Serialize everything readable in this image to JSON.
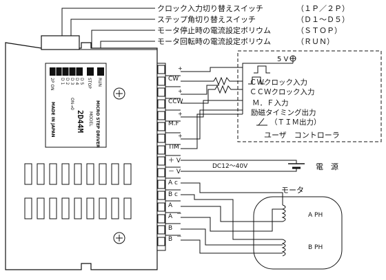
{
  "callouts": {
    "clock_switch": "クロック入力切り替えスイッチ",
    "clock_switch_note": "（１Ｐ／２Ｐ）",
    "step_switch": "ステップ角切り替えスイッチ",
    "step_switch_note": "（Ｄ１～Ｄ５）",
    "stop_pot": "モータ停止時の電流設定ボリウム",
    "stop_pot_note": "（ＳＴＯＰ）",
    "run_pot": "モータ回転時の電流設定ボリウム",
    "run_pot_note": "（ＲＵＮ）"
  },
  "driver": {
    "model": "2D44M",
    "model_label": "MODEL",
    "product": "MICRO STEP DRIVER",
    "origin": "MADE IN JAPAN",
    "sw_label_2p": "2P ON",
    "sw_labels": [
      "D 1",
      "D 2",
      "D 3",
      "D 4",
      "D 5"
    ],
    "on_label": "ON→0",
    "stop_label": "STOP",
    "run_label": "RUN"
  },
  "terminals": {
    "plus": "+",
    "minus": "－",
    "cw": "CW",
    "ccw": "CCW",
    "mf": "M.F",
    "tim": "TIM",
    "plus_v": "＋ V",
    "minus_v": "－ V",
    "a": "A",
    "a_c": "A c",
    "b_c": "B c",
    "a_minus": "A",
    "b": "B",
    "b_minus": "B"
  },
  "controller": {
    "title": "ユーザ　コントローラ",
    "vcc": "5 V",
    "cw_in": "ＣＷクロック入力",
    "ccw_in": "ＣＣＷクロック入力",
    "mf_in": "Ｍ．Ｆ入力",
    "tim_out": "励磁タイミング出力",
    "tim_out_note": "（ＴＩＭ出力）"
  },
  "power": {
    "voltage": "DC12～40V",
    "label": "電　源"
  },
  "motor": {
    "title": "モータ",
    "aph": "A PH",
    "bph": "B PH"
  }
}
